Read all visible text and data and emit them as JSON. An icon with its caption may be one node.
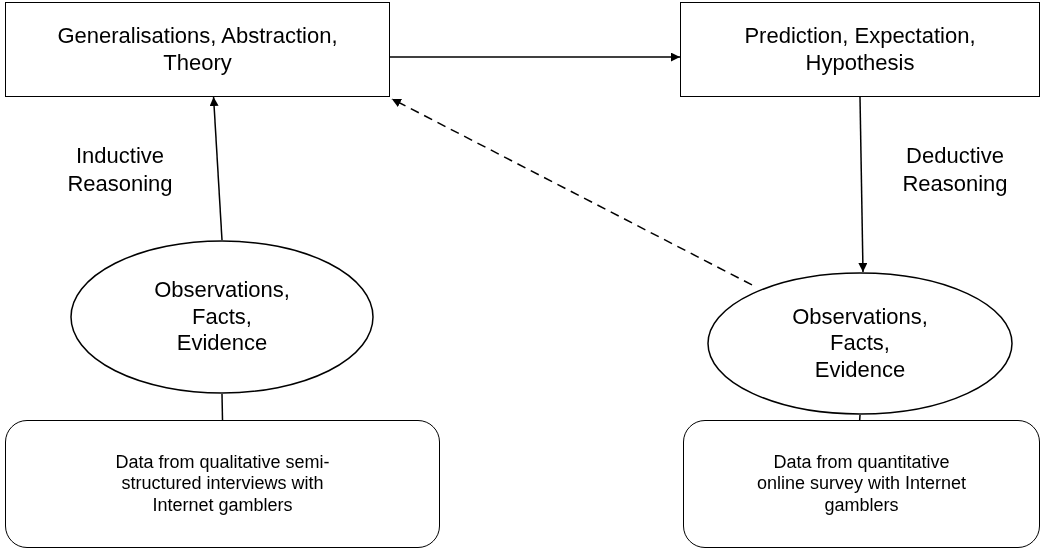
{
  "diagram": {
    "nodes": [
      {
        "text": [
          "Generalisations, Abstraction, Theory"
        ]
      },
      {
        "text": [
          "Prediction, Expectation, Hypothesis"
        ]
      },
      {
        "text": [
          "Observations, Facts, Evidence"
        ]
      },
      {
        "text": [
          "Observations, Facts, Evidence"
        ]
      },
      {
        "text": [
          "Data from qualitative semi-structured interviews with Internet gamblers"
        ]
      },
      {
        "text": [
          "Data from quantitative online survey with Internet gamblers"
        ]
      }
    ],
    "edges": [
      {
        "from": 0,
        "to": 1,
        "arrow": "to"
      },
      {
        "from": 2,
        "to": 0,
        "arrow": "to",
        "label": "Inductive Reasoning"
      },
      {
        "from": 1,
        "to": 3,
        "arrow": "to",
        "label": "Deductive Reasoning"
      },
      {
        "from": 3,
        "to": 0,
        "arrow": "to",
        "style": "dashed"
      },
      {
        "from": 4,
        "to": 2,
        "arrow": "none"
      },
      {
        "from": 5,
        "to": 3,
        "arrow": "none"
      }
    ]
  }
}
